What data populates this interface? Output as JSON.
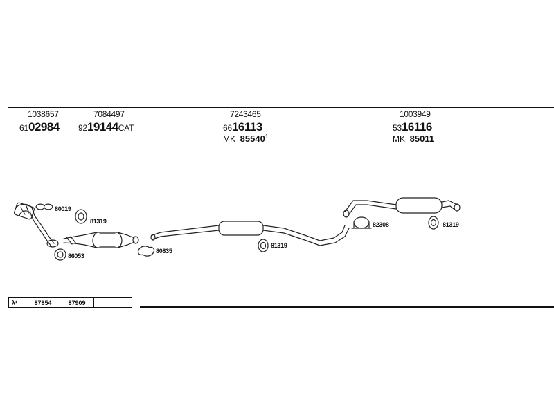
{
  "header_parts": [
    {
      "ref": "1038657",
      "prefix": "61",
      "code": "02984",
      "suffix": ""
    },
    {
      "ref": "7084497",
      "prefix": "92",
      "code": "19144",
      "suffix": "CAT"
    },
    {
      "ref": "7243465",
      "prefix": "66",
      "code": "16113",
      "suffix": "",
      "mk_prefix": "MK",
      "mk_code": "85540",
      "mk_sup": "1"
    },
    {
      "ref": "1003949",
      "prefix": "53",
      "code": "16116",
      "suffix": "",
      "mk_prefix": "MK",
      "mk_code": "85011",
      "mk_sup": ""
    }
  ],
  "part_labels": {
    "a": "80019",
    "b": "81319",
    "c": "86053",
    "d": "80835",
    "e": "81319",
    "f": "82308",
    "g": "81319"
  },
  "bottom_table": {
    "symbol": "λ¹",
    "cells": [
      "87854",
      "87909",
      ""
    ]
  }
}
